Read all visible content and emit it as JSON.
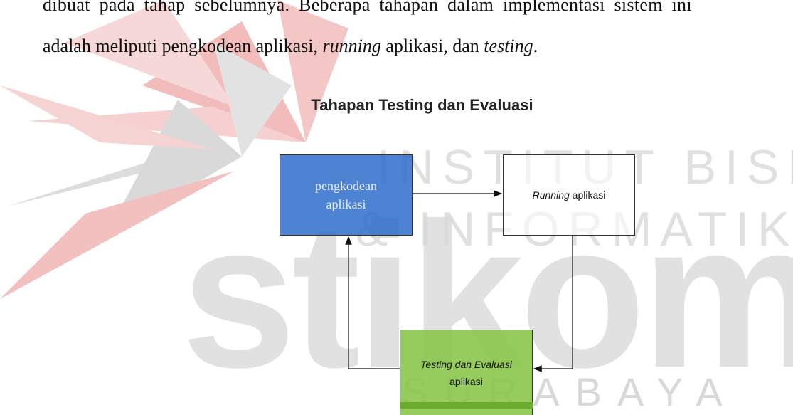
{
  "paragraph": {
    "line1": "dibuat pada tahap sebelumnya. Beberapa tahapan dalam implementasi sistem ini",
    "line2_prefix": "adalah meliputi pengkodean aplikasi, ",
    "line2_running": "running",
    "line2_middle": " aplikasi, dan ",
    "line2_testing": "testing",
    "line2_end": "."
  },
  "diagram": {
    "title": "Tahapan Testing dan Evaluasi",
    "box_coding": {
      "line1": "pengkodean",
      "line2": "aplikasi",
      "color": "#2668c8"
    },
    "box_running": {
      "italic": "Running",
      "rest": " aplikasi"
    },
    "box_testing": {
      "line1": "Testing dan Evaluasi",
      "line2": "aplikasi",
      "color": "#88c448"
    }
  },
  "watermark": {
    "line1": "INSTITUT BISNIS",
    "line2": "& INFORMATIKA",
    "logo_text": "stikom",
    "bottom": "SURABAYA",
    "logo_color": "#e89a9a",
    "text_color": "#dcdcdc"
  }
}
